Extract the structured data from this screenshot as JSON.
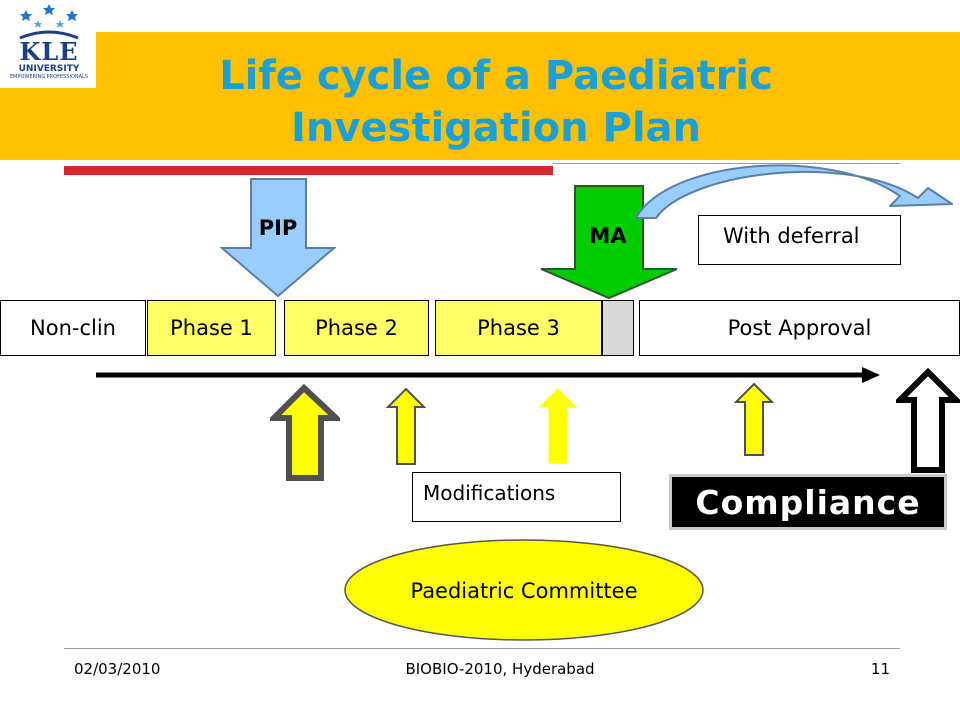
{
  "header": {
    "title_line1": "Life cycle of a Paediatric",
    "title_line2": "Investigation Plan"
  },
  "logo": {
    "name": "KLE",
    "subtitle": "UNIVERSITY",
    "tagline": "EMPOWERING PROFESSIONALS"
  },
  "arrows": {
    "pip_label": "PIP",
    "ma_label": "MA"
  },
  "with_deferral": "With deferral",
  "phases": [
    {
      "label": "Non-clin"
    },
    {
      "label": "Phase 1"
    },
    {
      "label": "Phase 2"
    },
    {
      "label": "Phase 3"
    },
    {
      "label": ""
    },
    {
      "label": "Post Approval"
    }
  ],
  "modifications": "Modifications",
  "compliance": "Compliance",
  "committee": "Paediatric Committee",
  "footer": {
    "date": "02/03/2010",
    "event": "BIOBIO-2010, Hyderabad",
    "page_number": "11"
  },
  "colors": {
    "title_band": "#ffc000",
    "title_text": "#1aa0d8",
    "accent_red": "#d9262b",
    "pip_arrow": "#99ccff",
    "ma_arrow": "#00cc00",
    "phase_yellow": "#ffff66",
    "committee_fill": "#ffff00"
  }
}
